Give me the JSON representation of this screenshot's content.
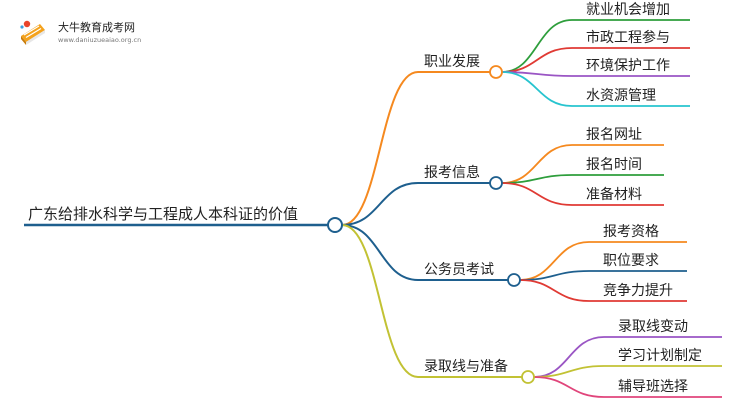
{
  "watermark": {
    "title": "大牛教育成考网",
    "url": "www.daniuzueaiao.org.cn"
  },
  "mindmap": {
    "root": {
      "label": "广东给排水科学与工程成人本科证的价值"
    },
    "branches": [
      {
        "label": "职业发展",
        "color": "#f5891f",
        "children": [
          {
            "label": "就业机会增加",
            "color": "#2e9e3c"
          },
          {
            "label": "市政工程参与",
            "color": "#e03a34"
          },
          {
            "label": "环境保护工作",
            "color": "#9a55c4"
          },
          {
            "label": "水资源管理",
            "color": "#27c4cf"
          }
        ]
      },
      {
        "label": "报考信息",
        "color": "#1e5f8e",
        "children": [
          {
            "label": "报名网址",
            "color": "#f5891f"
          },
          {
            "label": "报名时间",
            "color": "#2e9e3c"
          },
          {
            "label": "准备材料",
            "color": "#e03a34"
          }
        ]
      },
      {
        "label": "公务员考试",
        "color": "#1e5f8e",
        "children": [
          {
            "label": "报考资格",
            "color": "#f5891f"
          },
          {
            "label": "职位要求",
            "color": "#1e5f8e"
          },
          {
            "label": "竞争力提升",
            "color": "#e03a34"
          }
        ]
      },
      {
        "label": "录取线与准备",
        "color": "#c2c234",
        "children": [
          {
            "label": "录取线变动",
            "color": "#9a55c4"
          },
          {
            "label": "学习计划制定",
            "color": "#c2c234"
          },
          {
            "label": "辅导班选择",
            "color": "#e0457b"
          }
        ]
      }
    ]
  }
}
